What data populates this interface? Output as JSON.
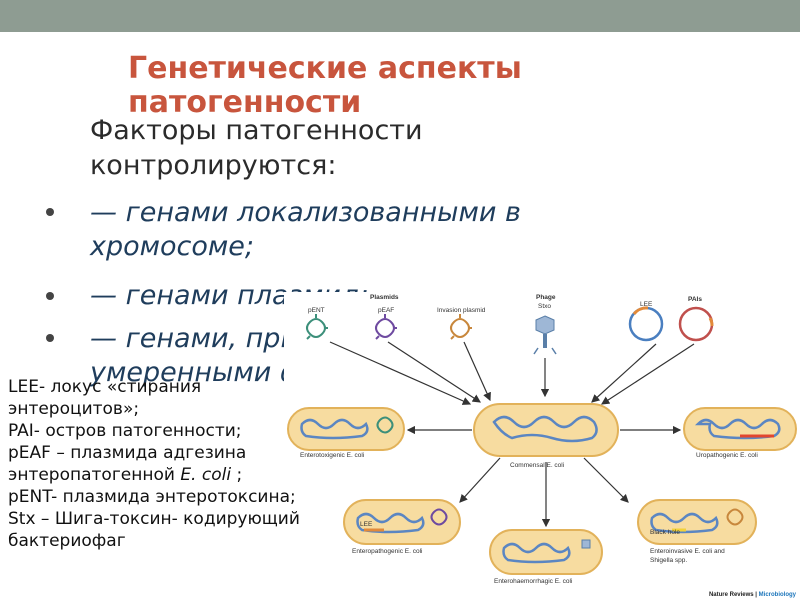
{
  "slide": {
    "title": "Генетические аспекты патогенности",
    "intro": "Факторы патогенности контролируются:",
    "bullets": [
      "— генами локализованными в хромосоме;",
      "— генами плазмид;",
      "— генами, привнесёнными умеренными фагами."
    ],
    "legend": [
      {
        "pre": "LEE- локус «стирания",
        "em": "",
        "post": ""
      },
      {
        "pre": "энтероцитов»;",
        "em": "",
        "post": ""
      },
      {
        "pre": "PAI- остров патогенности;",
        "em": "",
        "post": ""
      },
      {
        "pre": "pEAF – плазмида адгезина",
        "em": "",
        "post": ""
      },
      {
        "pre": "энтеропатогенной ",
        "em": "E. coli",
        "post": " ;"
      },
      {
        "pre": "pENT- плазмида энтеротоксина;",
        "em": "",
        "post": ""
      },
      {
        "pre": "Stx – Шига-токсин- кодирующий",
        "em": "",
        "post": ""
      },
      {
        "pre": "бактериофаг",
        "em": "",
        "post": ""
      }
    ]
  },
  "figure": {
    "plasmids_header": "Plasmids",
    "phage_header": "Phage",
    "phage_name": "Stxo",
    "pais_header": "PAIs",
    "pent": "pENT",
    "peaf": "pEAF",
    "invasion": "Invasion plasmid",
    "lee": "LEE",
    "commensal": "Commensal E. coli",
    "enterotoxigenic": "Enterotoxigenic E. coli",
    "uropathogenic": "Uropathogenic E. coli",
    "enteropathogenic": "Enteropathogenic E. coli",
    "enterohaemorrhagic": "Enterohaemorrhagic E. coli",
    "enteroinvasive_1": "Enteroinvasive E. coli and",
    "enteroinvasive_2": "Shigella spp.",
    "black_hole": "Black hole",
    "lee_tag": "LEE",
    "credit_a": "Nature Reviews",
    "credit_b": "Microbiology"
  },
  "colors": {
    "title": "#c8553d",
    "bullet_text": "#1f3d5c",
    "top_bar": "#8e9c92",
    "cell_fill": "#f7dca0",
    "cell_stroke": "#e2b25a",
    "dna": "#5b86c2"
  }
}
